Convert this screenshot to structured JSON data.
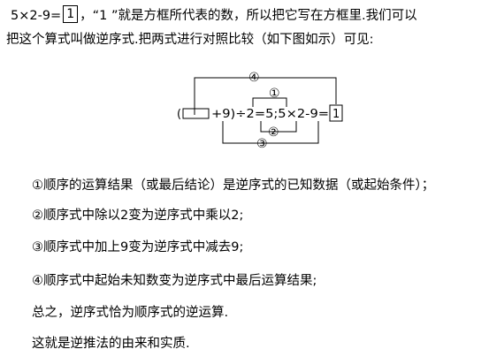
{
  "intro": {
    "expr": "5×2-9=",
    "boxed": "1",
    "rest1": "，“1 ”就是方框所代表的数，所以把它写在方框里.我们可以",
    "line2": "把这个算式叫做逆序式.把两式进行对照比较（如下图如示）可见:"
  },
  "diagram": {
    "formula_left": "(",
    "formula_mid": "+9)÷2=5;5×2-9=",
    "formula_box": "1",
    "labels": [
      "④",
      "①",
      "②",
      "③"
    ]
  },
  "notes": [
    "①顺序的运算结果（或最后结论）是逆序式的已知数据（或起始条件）；",
    "②顺序式中除以2变为逆序式中乘以2;",
    "③顺序式中加上9变为逆序式中减去9;",
    "④顺序式中起始未知数变为逆序式中最后运算结果;",
    "总之，逆序式恰为顺序式的逆运算.",
    "这就是逆推法的由来和实质."
  ]
}
